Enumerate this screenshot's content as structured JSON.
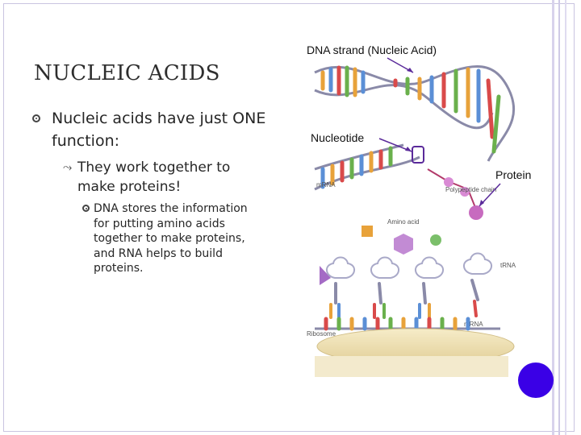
{
  "slide": {
    "title": "NUCLEIC ACIDS",
    "bullet_level1": "Nucleic acids have just ONE function:",
    "bullet_level2": "They work together to make proteins!",
    "bullet_level3": "DNA stores the information for putting amino acids together to make proteins, and RNA helps to build proteins."
  },
  "diagram": {
    "label_dna": "DNA strand (Nucleic Acid)",
    "label_nucleotide": "Nucleotide",
    "label_protein": "Protein",
    "inner_labels": {
      "mrna_top": "mRNA",
      "polypeptide": "Polypeptide chain",
      "amino_acid": "Amino acid",
      "trna": "tRNA",
      "mrna_bottom": "mRNA",
      "ribosome": "Ribosome"
    }
  },
  "colors": {
    "accent_blue": "#3a00e6",
    "arrow_purple": "#5a2a9a",
    "ribosome_tan": "#eee0b4"
  }
}
